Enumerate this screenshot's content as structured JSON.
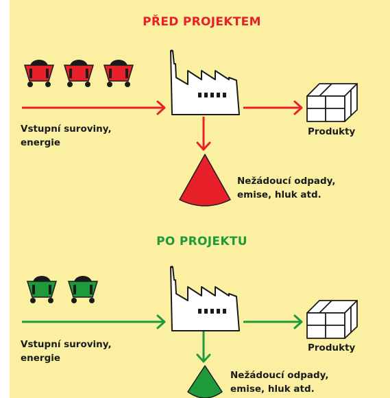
{
  "colors": {
    "background": "#fbf0a2",
    "before_accent": "#e8202a",
    "after_accent": "#1f9a3a",
    "outline": "#1a1a1a",
    "coal": "#1a1a1a"
  },
  "before": {
    "title": "PŘED PROJEKTEM",
    "inputs_line1": "Vstupní suroviny,",
    "inputs_line2": "energie",
    "products": "Produkty",
    "waste_line1": "Nežádoucí odpady,",
    "waste_line2": "emise, hluk atd.",
    "cart_count": 3
  },
  "after": {
    "title": "PO PROJEKTU",
    "inputs_line1": "Vstupní suroviny,",
    "inputs_line2": "energie",
    "products": "Produkty",
    "waste_line1": "Nežádoucí odpady,",
    "waste_line2": "emise, hluk atd.",
    "cart_count": 2
  },
  "icons": [
    "coal-cart-icon",
    "factory-icon",
    "product-box-icon",
    "waste-cone-icon",
    "arrow-icon"
  ]
}
